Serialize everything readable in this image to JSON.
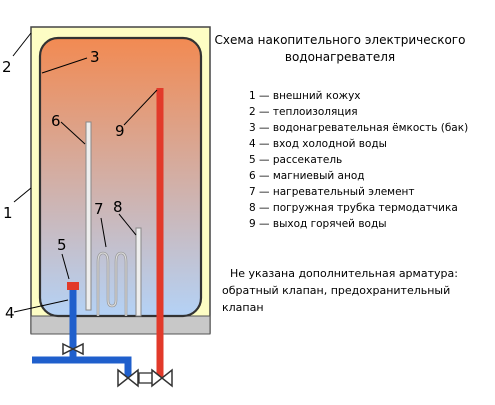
{
  "title": {
    "line1": "Схема накопительного электрического",
    "line2": "водонагревателя"
  },
  "legend": [
    {
      "num": "1",
      "text": "внешний кожух"
    },
    {
      "num": "2",
      "text": "теплоизоляция"
    },
    {
      "num": "3",
      "text": "водонагревательная ёмкость (бак)"
    },
    {
      "num": "4",
      "text": "вход холодной воды"
    },
    {
      "num": "5",
      "text": "рассекатель"
    },
    {
      "num": "6",
      "text": "магниевый анод"
    },
    {
      "num": "7",
      "text": "нагревательный элемент"
    },
    {
      "num": "8",
      "text": "погружная трубка термодатчика"
    },
    {
      "num": "9",
      "text": "выход горячей воды"
    }
  ],
  "legend_separator": "—",
  "note": {
    "line1": "Не указана дополнительная арматура:",
    "line2": "обратный клапан, предохранительный",
    "line3": "клапан"
  },
  "callouts": [
    "1",
    "2",
    "3",
    "4",
    "5",
    "6",
    "7",
    "8",
    "9"
  ],
  "colors": {
    "casing_fill": "#fdfdc4",
    "tank_top": "#f28a52",
    "tank_bottom": "#b4d2f6",
    "base": "#c8c8c8",
    "cold_pipe": "#1f5fcc",
    "hot_pipe": "#e23a2a",
    "outline": "#444444"
  }
}
